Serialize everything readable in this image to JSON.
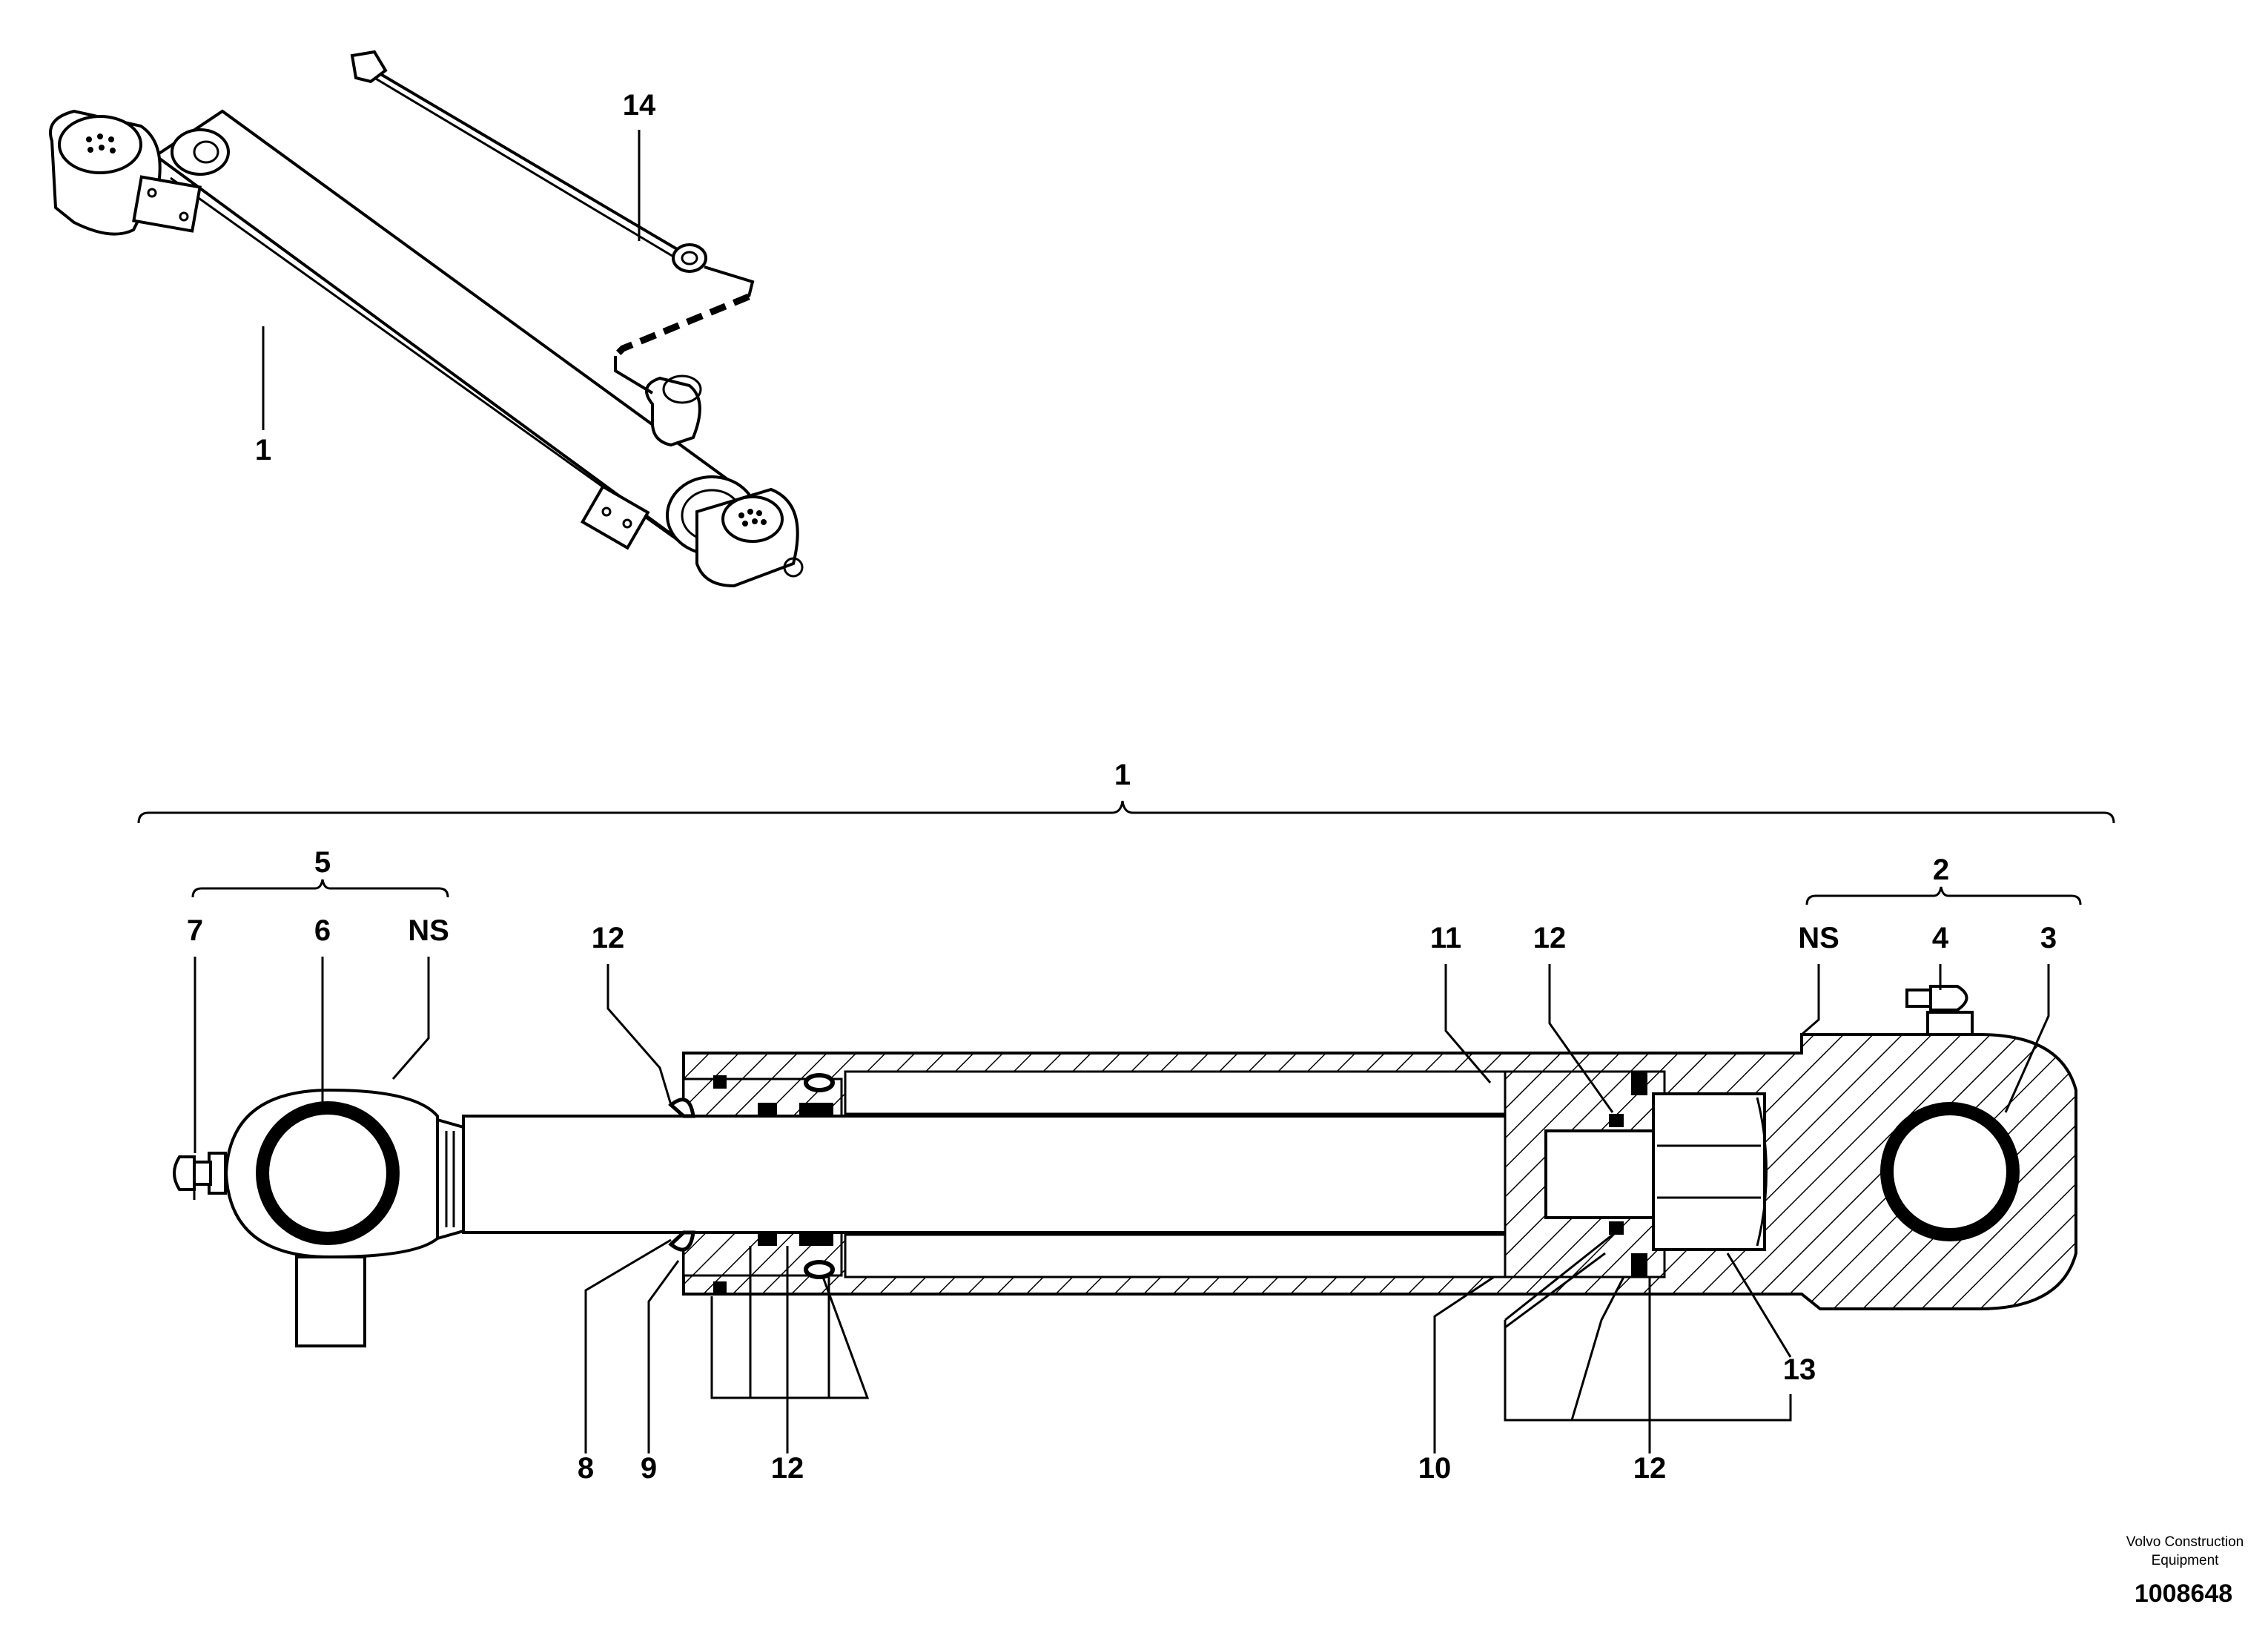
{
  "callouts": {
    "iso_14": "14",
    "iso_1": "1",
    "top_1": "1",
    "c5": "5",
    "c7": "7",
    "c6": "6",
    "ns_left": "NS",
    "c12_a": "12",
    "c11": "11",
    "c12_b": "12",
    "c2": "2",
    "ns_right": "NS",
    "c4": "4",
    "c3": "3",
    "c8": "8",
    "c9": "9",
    "c12_c": "12",
    "c10": "10",
    "c13": "13",
    "c12_d": "12"
  },
  "footer": {
    "brand_line1": "Volvo Construction",
    "brand_line2": "Equipment",
    "illustration_number": "1008648"
  }
}
